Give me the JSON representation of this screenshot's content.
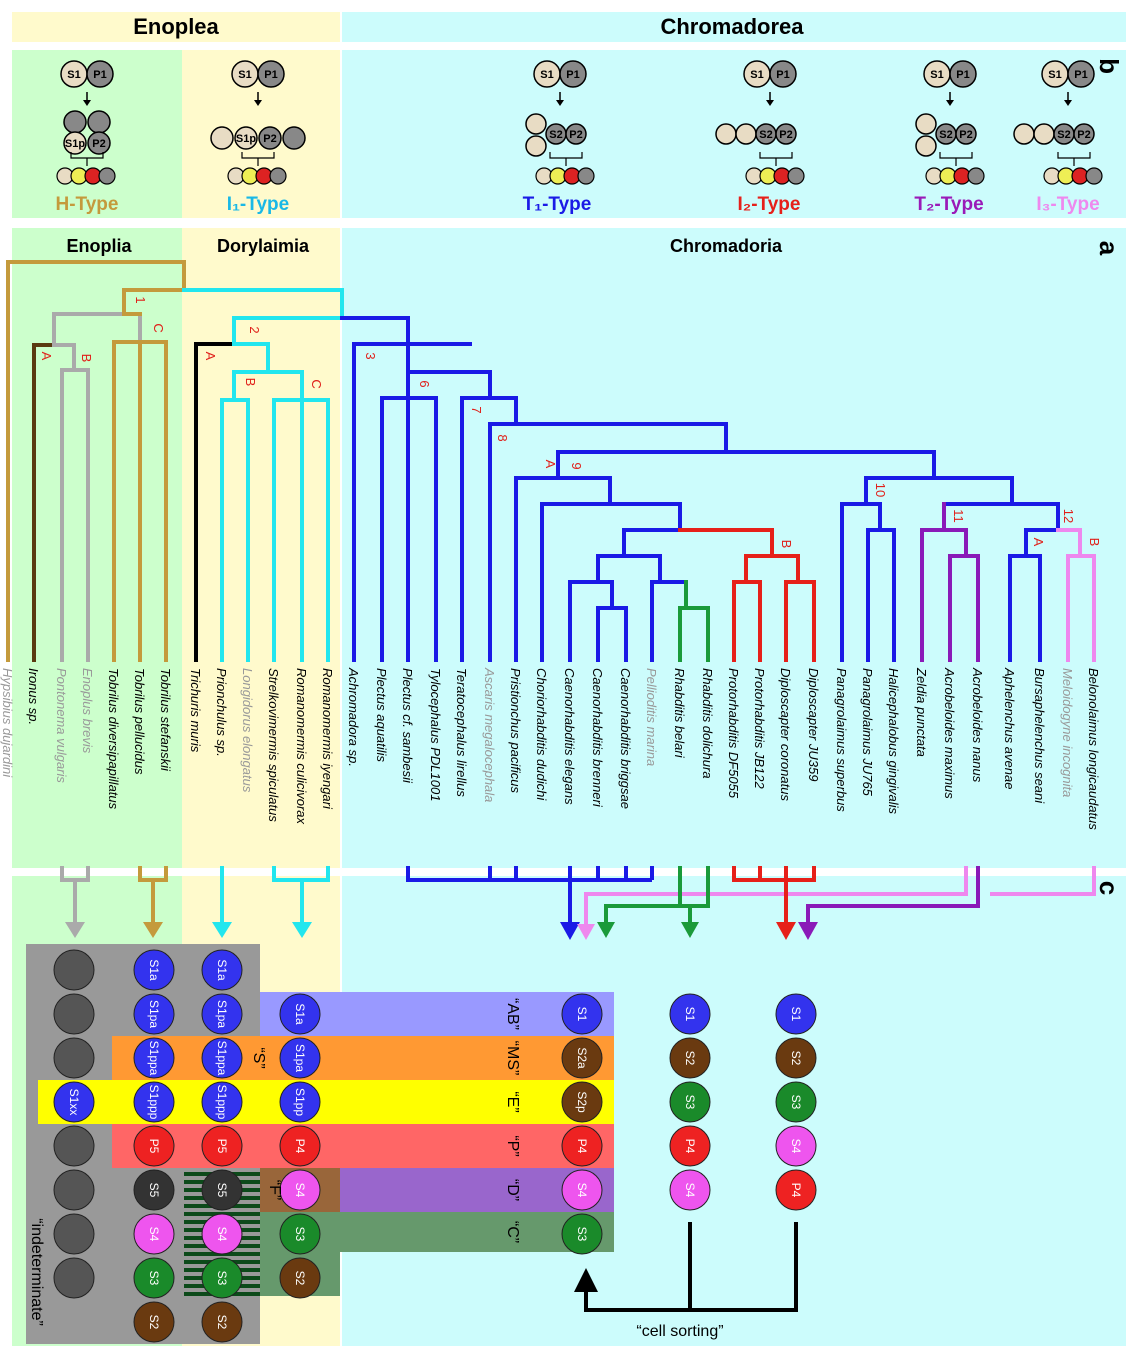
{
  "headers": {
    "enoplea": "Enoplea",
    "chromadorea": "Chromadorea",
    "enoplia": "Enoplia",
    "dorylaimia": "Dorylaimia",
    "chromadoria": "Chromadoria"
  },
  "panel_letters": {
    "a": "a",
    "b": "b",
    "c": "c"
  },
  "types": [
    {
      "label": "H-Type",
      "color": "#c49a3c"
    },
    {
      "label": "I₁-Type",
      "color": "#19b8e6"
    },
    {
      "label": "T₁-Type",
      "color": "#1a1ae6"
    },
    {
      "label": "I₂-Type",
      "color": "#e6201a"
    },
    {
      "label": "T₂-Type",
      "color": "#9a1ab8"
    },
    {
      "label": "I₃-Type",
      "color": "#ee88ee"
    }
  ],
  "mini_cells": {
    "s1": "S1",
    "p1": "P1",
    "s1p": "S1p",
    "p2": "P2",
    "s2": "S2"
  },
  "node_labels": [
    "1",
    "C",
    "A",
    "B",
    "2",
    "A",
    "B",
    "C",
    "3",
    "6",
    "7",
    "8",
    "A",
    "9",
    "10",
    "11",
    "12",
    "A",
    "B",
    "B"
  ],
  "taxa": [
    {
      "name": "Hypsibius dujardini",
      "color": "#999999"
    },
    {
      "name": "Ironus sp.",
      "color": "#000000"
    },
    {
      "name": "Pontonema vulgaris",
      "color": "#999999"
    },
    {
      "name": "Enoplus brevis",
      "color": "#999999"
    },
    {
      "name": "Tobrilus diversipapillatus",
      "color": "#000000"
    },
    {
      "name": "Tobrilus pellucidus",
      "color": "#000000"
    },
    {
      "name": "Tobrilus stefanskii",
      "color": "#000000"
    },
    {
      "name": "Trichuris muris",
      "color": "#000000"
    },
    {
      "name": "Prionchulus sp.",
      "color": "#000000"
    },
    {
      "name": "Longidorus elongatus",
      "color": "#999999"
    },
    {
      "name": "Strelkovimermis spiculatus",
      "color": "#000000"
    },
    {
      "name": "Romanomermis culicivorax",
      "color": "#000000"
    },
    {
      "name": "Romanomermis iyengari",
      "color": "#000000"
    },
    {
      "name": "Achromadora sp.",
      "color": "#000000"
    },
    {
      "name": "Plectus aquatilis",
      "color": "#000000"
    },
    {
      "name": "Plectus cf. sambesii",
      "color": "#000000"
    },
    {
      "name": "Tylocephalus PDL1001",
      "color": "#000000"
    },
    {
      "name": "Teratocephalus lirellus",
      "color": "#000000"
    },
    {
      "name": "Ascaris megalocephala",
      "color": "#999999"
    },
    {
      "name": "Pristionchus pacificus",
      "color": "#000000"
    },
    {
      "name": "Choriorhabditis dudichi",
      "color": "#000000"
    },
    {
      "name": "Caenorhabditis elegans",
      "color": "#000000"
    },
    {
      "name": "Caenorhabditis brenneri",
      "color": "#000000"
    },
    {
      "name": "Caenorhabditis briggsae",
      "color": "#000000"
    },
    {
      "name": "Pellioditis marina",
      "color": "#999999"
    },
    {
      "name": "Rhabditis belari",
      "color": "#000000"
    },
    {
      "name": "Rhabditis dolichura",
      "color": "#000000"
    },
    {
      "name": "Protorhabditis DF5055",
      "color": "#000000"
    },
    {
      "name": "Protorhabditis JB122",
      "color": "#000000"
    },
    {
      "name": "Diploscapter coronatus",
      "color": "#000000"
    },
    {
      "name": "Diploscapter JU359",
      "color": "#000000"
    },
    {
      "name": "Panagrolaimus superbus",
      "color": "#000000"
    },
    {
      "name": "Panagrolaimus JU765",
      "color": "#000000"
    },
    {
      "name": "Halicephalobus gingivalis",
      "color": "#000000"
    },
    {
      "name": "Zeldia punctata",
      "color": "#000000"
    },
    {
      "name": "Acrobeloides maximus",
      "color": "#000000"
    },
    {
      "name": "Acrobeloides nanus",
      "color": "#000000"
    },
    {
      "name": "Aphelenchus avenae",
      "color": "#000000"
    },
    {
      "name": "Bursaphelenchus seani",
      "color": "#000000"
    },
    {
      "name": "Meloidogyne incognita",
      "color": "#999999"
    },
    {
      "name": "Belonolaimus longicaudatus",
      "color": "#000000"
    }
  ],
  "col1_cells": [
    "S1xx"
  ],
  "col2_cells": [
    "S1a",
    "S1pa",
    "S1ppa",
    "S1ppp",
    "P5",
    "S5",
    "S4",
    "S3",
    "S2"
  ],
  "col3_cells": [
    "S1a",
    "S1pa",
    "S1ppa",
    "S1ppp",
    "P5",
    "S5",
    "S4",
    "S3",
    "S2"
  ],
  "col4_cells": [
    "S1a",
    "S1pa",
    "S1pp",
    "P4",
    "S4",
    "S3",
    "S2"
  ],
  "col5_cells": [
    "S1",
    "S2a",
    "S2p",
    "P4",
    "S4",
    "S3"
  ],
  "col6_cells": [
    "S1",
    "S2",
    "S3",
    "P4",
    "S4"
  ],
  "col7_cells": [
    "S1",
    "S2",
    "S3",
    "S4",
    "P4"
  ],
  "band_labels": [
    "“AB”",
    "“MS”",
    "“E”",
    "“P”",
    "“D”",
    "“C”"
  ],
  "s_label": "“S”",
  "f_label": "“F”",
  "indeterminate": "“indeterminate”",
  "cell_sorting": "“cell sorting”",
  "colors": {
    "enoplea_bg": "#fffacc",
    "chromadorea_bg": "#ccfcfc",
    "enoplia_bg": "#ccffcc",
    "dorylaimia_bg": "#fffacc",
    "chromadoria_bg": "#ccfcfc",
    "H": "#c49a3c",
    "I1": "#22e6ee",
    "T1": "#1a1ae6",
    "I2": "#e6201a",
    "T2": "#8a1ab8",
    "I3": "#ee88ee",
    "green": "#1a9a3a",
    "gray": "#aaaaaa",
    "brown": "#5a3a10"
  }
}
